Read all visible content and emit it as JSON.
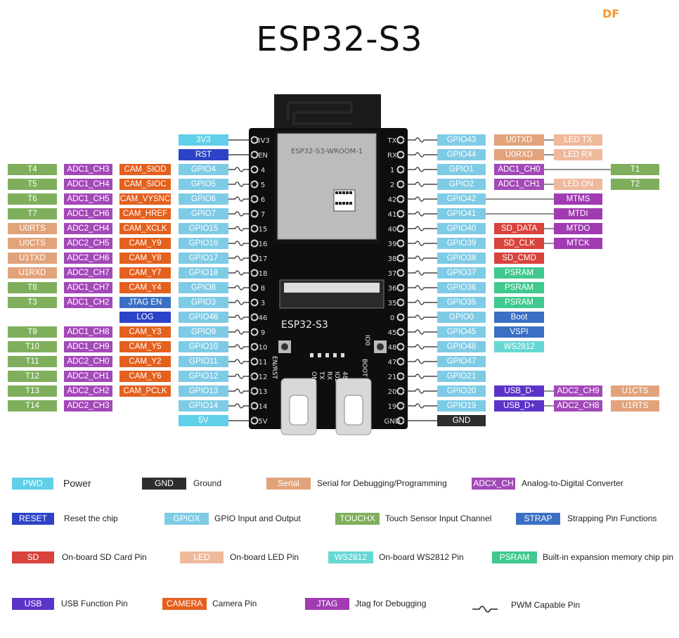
{
  "title": "ESP32-S3",
  "brand": "DF",
  "colors": {
    "power": "#5fd0e8",
    "gnd": "#2e2e2e",
    "serial": "#e2a37b",
    "adc": "#a348b8",
    "reset": "#2c43c8",
    "gpio": "#7ecbe6",
    "touch": "#7fae5c",
    "strap": "#3a6fc4",
    "sd": "#d8433c",
    "led": "#efb99c",
    "ws2812": "#66d7d3",
    "psram": "#3fc98e",
    "usb": "#5b33c8",
    "camera": "#e4601e",
    "jtag": "#a03bb1",
    "log": "#2c43c8"
  },
  "board": {
    "module_label": "ESP32-S3-WROOM-1",
    "silk_name": "ESP32-S3",
    "left_pins": [
      "3V3",
      "EN",
      "4",
      "5",
      "6",
      "7",
      "15",
      "16",
      "17",
      "18",
      "8",
      "3",
      "46",
      "9",
      "10",
      "11",
      "12",
      "13",
      "14",
      "5V"
    ],
    "right_pins": [
      "TX",
      "RX",
      "1",
      "2",
      "42",
      "41",
      "40",
      "39",
      "38",
      "37",
      "36",
      "35",
      "0",
      "45",
      "48",
      "47",
      "21",
      "20",
      "19",
      "GND"
    ],
    "buttons": [
      "EN/RST",
      "BOOT"
    ],
    "leds": [
      "ON",
      "TX",
      "RX",
      "IO2",
      "48"
    ],
    "io0": "IO0"
  },
  "left_rows": [
    {
      "touch": "",
      "adc": "",
      "fn": "",
      "gpio": "3V3",
      "gtype": "power"
    },
    {
      "touch": "",
      "adc": "",
      "fn": "",
      "gpio": "RST",
      "gtype": "reset"
    },
    {
      "touch": "T4",
      "adc": "ADC1_CH3",
      "fn": "CAM_SIOD",
      "ftype": "camera",
      "gpio": "GPIO4",
      "gtype": "gpio"
    },
    {
      "touch": "T5",
      "adc": "ADC1_CH4",
      "fn": "CAM_SIOC",
      "ftype": "camera",
      "gpio": "GPIO5",
      "gtype": "gpio"
    },
    {
      "touch": "T6",
      "adc": "ADC1_CH5",
      "fn": "CAM_VYSNC",
      "ftype": "camera",
      "gpio": "GPIO6",
      "gtype": "gpio"
    },
    {
      "touch": "T7",
      "adc": "ADC1_CH6",
      "fn": "CAM_HREF",
      "ftype": "camera",
      "gpio": "GPIO7",
      "gtype": "gpio"
    },
    {
      "touch": "U0RTS",
      "ttype": "serial",
      "adc": "ADC2_CH4",
      "fn": "CAM_XCLK",
      "ftype": "camera",
      "gpio": "GPIO15",
      "gtype": "gpio"
    },
    {
      "touch": "U0CTS",
      "ttype": "serial",
      "adc": "ADC2_CH5",
      "fn": "CAM_Y9",
      "ftype": "camera",
      "gpio": "GPIO16",
      "gtype": "gpio"
    },
    {
      "touch": "U1TXD",
      "ttype": "serial",
      "adc": "ADC2_CH6",
      "fn": "CAM_Y8",
      "ftype": "camera",
      "gpio": "GPIO17",
      "gtype": "gpio"
    },
    {
      "touch": "U1RXD",
      "ttype": "serial",
      "adc": "ADC2_CH7",
      "fn": "CAM_Y7",
      "ftype": "camera",
      "gpio": "GPIO18",
      "gtype": "gpio"
    },
    {
      "touch": "T8",
      "adc": "ADC1_CH7",
      "fn": "CAM_Y4",
      "ftype": "camera",
      "gpio": "GPIO8",
      "gtype": "gpio"
    },
    {
      "touch": "T3",
      "adc": "ADC1_CH2",
      "fn": "JTAG EN",
      "ftype": "strap",
      "gpio": "GPIO3",
      "gtype": "gpio"
    },
    {
      "touch": "",
      "adc": "",
      "fn": "LOG",
      "ftype": "log",
      "gpio": "GPIO46",
      "gtype": "gpio"
    },
    {
      "touch": "T9",
      "adc": "ADC1_CH8",
      "fn": "CAM_Y3",
      "ftype": "camera",
      "gpio": "GPIO9",
      "gtype": "gpio"
    },
    {
      "touch": "T10",
      "adc": "ADC1_CH9",
      "fn": "CAM_Y5",
      "ftype": "camera",
      "gpio": "GPIO10",
      "gtype": "gpio"
    },
    {
      "touch": "T11",
      "adc": "ADC2_CH0",
      "fn": "CAM_Y2",
      "ftype": "camera",
      "gpio": "GPIO11",
      "gtype": "gpio"
    },
    {
      "touch": "T12",
      "adc": "ADC2_CH1",
      "fn": "CAM_Y6",
      "ftype": "camera",
      "gpio": "GPIO12",
      "gtype": "gpio"
    },
    {
      "touch": "T13",
      "adc": "ADC2_CH2",
      "fn": "CAM_PCLK",
      "ftype": "camera",
      "gpio": "GPIO13",
      "gtype": "gpio"
    },
    {
      "touch": "T14",
      "adc": "ADC2_CH3",
      "fn": "",
      "gpio": "GPIO14",
      "gtype": "gpio"
    },
    {
      "touch": "",
      "adc": "",
      "fn": "",
      "gpio": "5V",
      "gtype": "power"
    }
  ],
  "right_rows": [
    {
      "gpio": "GPIO43",
      "gtype": "gpio",
      "c1": "U0TXD",
      "c1t": "serial",
      "c2": "LED TX",
      "c2t": "led"
    },
    {
      "gpio": "GPIO44",
      "gtype": "gpio",
      "c1": "U0RXD",
      "c1t": "serial",
      "c2": "LED RX",
      "c2t": "led"
    },
    {
      "gpio": "GPIO1",
      "gtype": "gpio",
      "c1": "ADC1_CH0",
      "c1t": "adc",
      "long": "T1"
    },
    {
      "gpio": "GPIO2",
      "gtype": "gpio",
      "c1": "ADC1_CH1",
      "c1t": "adc",
      "c2": "LED ON",
      "c2t": "led",
      "c3": "T2",
      "c3t": "touch"
    },
    {
      "gpio": "GPIO42",
      "gtype": "gpio",
      "c2": "MTMS",
      "c2t": "jtag"
    },
    {
      "gpio": "GPIO41",
      "gtype": "gpio",
      "c2": "MTDI",
      "c2t": "jtag"
    },
    {
      "gpio": "GPIO40",
      "gtype": "gpio",
      "c1": "SD_DATA",
      "c1t": "sd",
      "c2": "MTDO",
      "c2t": "jtag"
    },
    {
      "gpio": "GPIO39",
      "gtype": "gpio",
      "c1": "SD_CLK",
      "c1t": "sd",
      "c2": "MTCK",
      "c2t": "jtag"
    },
    {
      "gpio": "GPIO38",
      "gtype": "gpio",
      "c1": "SD_CMD",
      "c1t": "sd"
    },
    {
      "gpio": "GPIO37",
      "gtype": "gpio",
      "c1": "PSRAM",
      "c1t": "psram"
    },
    {
      "gpio": "GPIO36",
      "gtype": "gpio",
      "c1": "PSRAM",
      "c1t": "psram"
    },
    {
      "gpio": "GPIO35",
      "gtype": "gpio",
      "c1": "PSRAM",
      "c1t": "psram"
    },
    {
      "gpio": "GPIO0",
      "gtype": "gpio",
      "c1": "Boot",
      "c1t": "strap"
    },
    {
      "gpio": "GPIO45",
      "gtype": "gpio",
      "c1": "VSPI",
      "c1t": "strap"
    },
    {
      "gpio": "GPIO48",
      "gtype": "gpio",
      "c1": "WS2812",
      "c1t": "ws2812"
    },
    {
      "gpio": "GPIO47",
      "gtype": "gpio"
    },
    {
      "gpio": "GPIO21",
      "gtype": "gpio"
    },
    {
      "gpio": "GPIO20",
      "gtype": "gpio",
      "c1": "USB_D-",
      "c1t": "usb",
      "c2": "ADC2_CH9",
      "c2t": "adc",
      "c3": "U1CTS",
      "c3t": "serial"
    },
    {
      "gpio": "GPIO19",
      "gtype": "gpio",
      "c1": "USB_D+",
      "c1t": "usb",
      "c2": "ADC2_CH8",
      "c2t": "adc",
      "c3": "U1RTS",
      "c3t": "serial"
    },
    {
      "gpio": "GND",
      "gtype": "gnd"
    }
  ],
  "legend": [
    {
      "swatch": "PWD",
      "type": "power",
      "text": "Power"
    },
    {
      "swatch": "GND",
      "type": "gnd",
      "text": "Ground"
    },
    {
      "swatch": "Serial",
      "type": "serial",
      "text": "Serial for Debugging/Programming"
    },
    {
      "swatch": "ADCX_CH",
      "type": "adc",
      "text": "Analog-to-Digital Converter"
    },
    {
      "swatch": "RESET",
      "type": "reset",
      "text": "Reset the chip"
    },
    {
      "swatch": "GPIOX",
      "type": "gpio",
      "text": "GPIO Input and Output"
    },
    {
      "swatch": "TOUCHX",
      "type": "touch",
      "text": "Touch Sensor Input Channel"
    },
    {
      "swatch": "STRAP",
      "type": "strap",
      "text": "Strapping Pin Functions"
    },
    {
      "swatch": "SD",
      "type": "sd",
      "text": "On-board SD Card Pin"
    },
    {
      "swatch": "LED",
      "type": "led",
      "text": "On-board LED Pin"
    },
    {
      "swatch": "WS2812",
      "type": "ws2812",
      "text": "On-board WS2812 Pin"
    },
    {
      "swatch": "PSRAM",
      "type": "psram",
      "text": "Built-in expansion memory chip pin"
    },
    {
      "swatch": "USB",
      "type": "usb",
      "text": "USB Function Pin"
    },
    {
      "swatch": "CAMERA",
      "type": "camera",
      "text": "Camera Pin"
    },
    {
      "swatch": "JTAG",
      "type": "jtag",
      "text": "Jtag for Debugging"
    },
    {
      "swatch": "",
      "type": "pwm",
      "text": "PWM Capable Pin"
    }
  ]
}
